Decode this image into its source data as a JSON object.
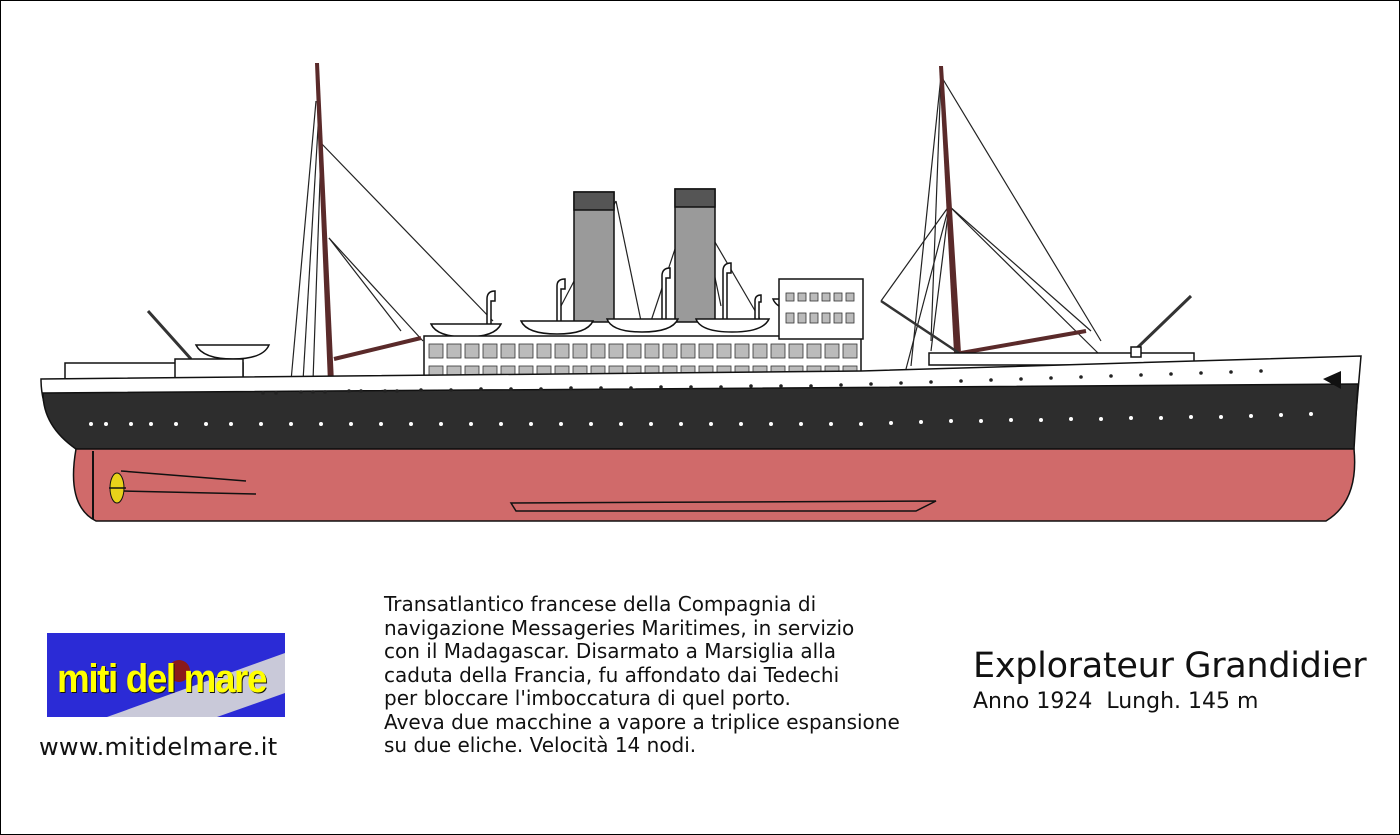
{
  "ship_name": "Explorateur Grandidier",
  "ship_specs": "Anno 1924  Lungh. 145 m",
  "description_lines": [
    "Transatlantico francese della Compagnia di",
    "navigazione Messageries Maritimes, in servizio",
    "con il Madagascar. Disarmato a Marsiglia alla",
    "caduta della Francia, fu affondato dai Tedechi",
    "per bloccare l'imboccatura di quel porto.",
    "Aveva due macchine a vapore a triplice espansione",
    "su due eliche. Velocità 14 nodi."
  ],
  "logo_text": "miti del mare",
  "website": "www.mitidelmare.it",
  "colors": {
    "hull_upper": "#2d2d2d",
    "hull_lower": "#d06a6a",
    "funnel": "#9a9a9a",
    "mast": "#5a2a2a",
    "logo_bg": "#2b2bd6",
    "logo_text": "#ffff00",
    "propeller": "#e8d21a"
  }
}
